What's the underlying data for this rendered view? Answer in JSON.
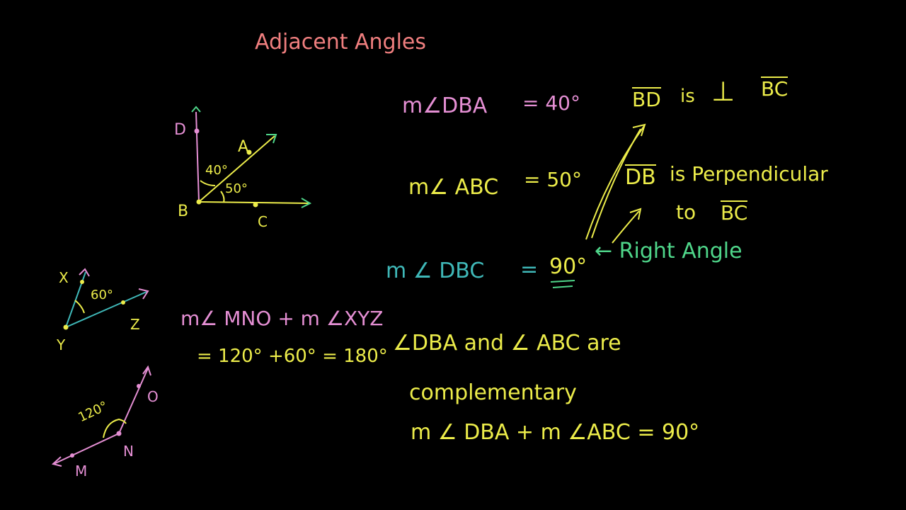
{
  "title": "Adjacent Angles",
  "figure1": {
    "labels": {
      "D": "D",
      "A": "A",
      "B": "B",
      "C": "C"
    },
    "angle_dba": "40°",
    "angle_abc": "50°"
  },
  "figure2": {
    "labels": {
      "X": "X",
      "Y": "Y",
      "Z": "Z"
    },
    "angle": "60°"
  },
  "figure3": {
    "labels": {
      "M": "M",
      "N": "N",
      "O": "O"
    },
    "angle": "120°"
  },
  "equations": {
    "dba": {
      "lhs": "m∠DBA",
      "rhs": "= 40°"
    },
    "abc": {
      "lhs": "m∠ ABC",
      "rhs": "= 50°"
    },
    "dbc": {
      "lhs": "m ∠ DBC",
      "eq": "=",
      "value": "90°"
    },
    "right_angle": "← Right Angle",
    "bd_perp": {
      "bd": "BD",
      "is": "is",
      "perp": "⊥",
      "bc": "BC"
    },
    "db_perp_line1": {
      "db": "DB",
      "rest": "is Perpendicular"
    },
    "db_perp_line2": {
      "to": "to",
      "bc": "BC"
    },
    "sum_line1": "m∠ MNO + m ∠XYZ",
    "sum_line2": "= 120° +60° = 180°",
    "complementary_line1": "∠DBA  and  ∠ ABC  are",
    "complementary_line2": "complementary",
    "complementary_line3": "m ∠ DBA  +  m ∠ABC = 90°"
  },
  "colors": {
    "background": "#000000",
    "pink": "#e58fd4",
    "yellow": "#ecec4a",
    "green": "#4fd68a",
    "teal": "#3fb8b8",
    "salmon": "#f07f7f"
  }
}
